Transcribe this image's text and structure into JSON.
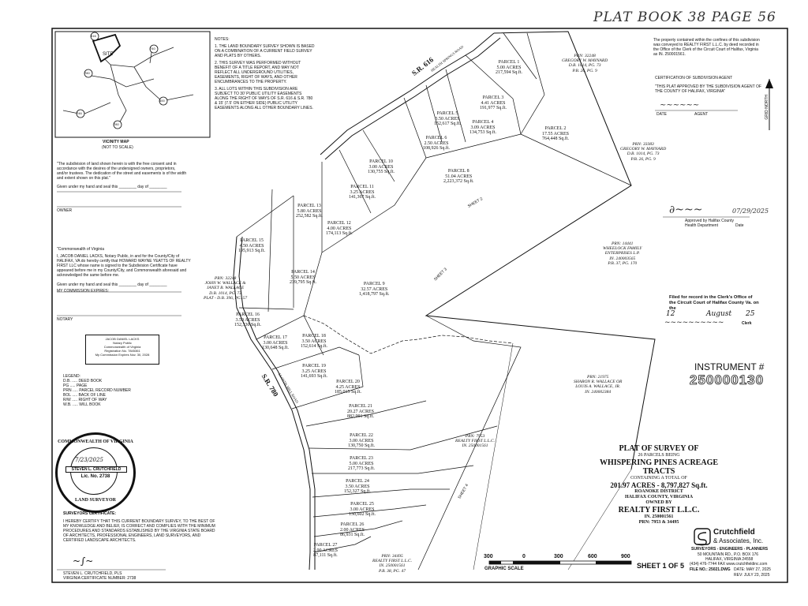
{
  "header_handwritten": "PLAT BOOK 38 PAGE 56",
  "vicinity_map": {
    "title": "VICINITY MAP",
    "subtitle": "(NOT TO SCALE)",
    "site_label": "SITE",
    "routes": [
      "616",
      "740",
      "780",
      "600",
      "746",
      "780"
    ]
  },
  "notes": {
    "heading": "NOTES:",
    "items": [
      "1. THE LAND BOUNDARY SURVEY SHOWN IS BASED ON A COMBINATION OF A CURRENT FIELD SURVEY AND PLATS BY OTHERS.",
      "2. THIS SURVEY WAS PERFORMED WITHOUT BENEFIT OF A TITLE REPORT, AND MAY NOT REFLECT ALL UNDERGROUND UTILITIES, EASEMENTS, RIGHT OF WAYS, AND OTHER ENCUMBRANCES TO THE PROPERTY.",
      "3. ALL LOTS WITHIN THIS SUBDIVISION ARE SUBJECT TO 30' PUBLIC UTILITY EASEMENTS ALONG THE RIGHT OF WAYS OF S.R. 616 & S.R. 780 & 15' (7.5' ON EITHER SIDE) PUBLIC UTILITY EASEMENTS ALONG ALL OTHER BOUNDARY LINES."
    ]
  },
  "owner_statement": {
    "text": "\"The subdivision of land shown herein is with the free consent and in accordance with the desires of the undersigned owners, proprietors, and/or trustees. The dedication of the street and easements is of the width and extent shown on this plat.\"",
    "given": "Given under my hand and seal this ________ day of ________",
    "owner_label": "OWNER"
  },
  "notary": {
    "heading": "\"Commonwealth of Virginia",
    "text": "I, JACOB DANIEL LACKS, Notary Public, in and for the County/City of HALIFAX, VA do hereby certify that HOWARD WAYNE YEATTS OF REALTY FIRST LLC whose name is signed to the Subdivision Certificate have appeared before me in my County/City, and Commonwealth aforesaid and acknowledged the same before me.",
    "given": "Given under my hand and seal this ________ day of ________",
    "commission": "MY COMMISSION EXPIRES:",
    "notary_label": "NOTARY",
    "stamp": [
      "JACOB DANIEL LACKS",
      "Notary Public",
      "Commonwealth of Virginia",
      "Registration No. 7845361",
      "My Commission Expires Nov. 30, 2028"
    ]
  },
  "legend": {
    "heading": "LEGEND:",
    "items": [
      "D.B. ..... DEED BOOK",
      "PG ..... PAGE",
      "PRN ..... PARCEL RECORD NUMBER",
      "BOL ..... BACK OF LINE",
      "R/W ..... RIGHT OF WAY",
      "W.B. ..... WILL BOOK"
    ]
  },
  "seal": {
    "top": "COMMONWEALTH OF VIRGINIA",
    "date": "7/23/2025",
    "name": "STEVEN L. CRUTCHFIELD",
    "lic": "Lic. No. 2738",
    "bottom": "LAND SURVEYOR"
  },
  "surveyor_cert": {
    "heading": "SURVEYORS CERTIFICATE:",
    "text": "I HEREBY CERTIFY THAT THIS CURRENT BOUNDARY SURVEY, TO THE BEST OF MY KNOWLEDGE AND BELIEF, IS CORRECT AND COMPLIES WITH THE MINIMUM PROCEDURES AND STANDARDS ESTABLISHED BY THE VIRGINIA STATE BOARD OF ARCHITECTS, PROFESSIONAL ENGINEERS, LAND SURVEYORS, AND CERTIFIED LANDSCAPE ARCHITECTS.",
    "name": "STEVEN L. CRUTCHFIELD, PLS",
    "cert": "VIRGINIA CERTIFICATE NUMBER: 2738"
  },
  "right_block": {
    "statement": "The property contained within the confines of this subdivision was conveyed to REALTY FIRST L.L.C. by deed recorded in the Office of the Clerk of the Circuit Court of Halifax, Virginia as IN. 250001561.",
    "cert_heading": "CERTIFICATION OF SUBDIVISION AGENT",
    "cert_text": "\"THIS PLAT APPROVED BY THE SUBDIVISION AGENT OF THE COUNTY OF HALIFAX, VIRGINIA\"",
    "date_label": "DATE",
    "agent_label": "AGENT",
    "grid_north": "GRID NORTH",
    "health_label": "Approved by Halifax County Health Department",
    "health_date_label": "Date",
    "health_date": "07/29/2025",
    "clerk_text": "Filed for record in the Clerk's Office of the Circuit Court of Halifax County Va. on the",
    "clerk_day": "12",
    "clerk_month": "August",
    "clerk_year": "25",
    "clerk_label": "Clerk",
    "instrument_label": "INSTRUMENT #",
    "instrument_no": "250000130"
  },
  "parcels": [
    {
      "name": "PARCEL 1",
      "acres": "5.00 ACRES",
      "sqft": "217,594 Sq.ft."
    },
    {
      "name": "PARCEL 2",
      "acres": "17.55 ACRES",
      "sqft": "764,448 Sq.ft."
    },
    {
      "name": "PARCEL 3",
      "acres": "4.41 ACRES",
      "sqft": "191,977 Sq.ft."
    },
    {
      "name": "PARCEL 4",
      "acres": "3.09 ACRES",
      "sqft": "134,753 Sq.ft."
    },
    {
      "name": "PARCEL 5",
      "acres": "3.50 ACRES",
      "sqft": "152,617 Sq.ft."
    },
    {
      "name": "PARCEL 6",
      "acres": "2.50 ACRES",
      "sqft": "108,926 Sq.ft."
    },
    {
      "name": "PARCEL 8",
      "acres": "51.04 ACRES",
      "sqft": "2,223,372 Sq.ft."
    },
    {
      "name": "PARCEL 10",
      "acres": "3.00 ACRES",
      "sqft": "130,755 Sq.ft."
    },
    {
      "name": "PARCEL 11",
      "acres": "3.25 ACRES",
      "sqft": "141,367 Sq.ft."
    },
    {
      "name": "PARCEL 12",
      "acres": "4.00 ACRES",
      "sqft": "174,113 Sq.ft."
    },
    {
      "name": "PARCEL 13",
      "acres": "5.80 ACRES",
      "sqft": "252,582 Sq.ft."
    },
    {
      "name": "PARCEL 14",
      "acres": "5.50 ACRES",
      "sqft": "239,795 Sq.ft."
    },
    {
      "name": "PARCEL 15",
      "acres": "4.50 ACRES",
      "sqft": "195,913 Sq.ft."
    },
    {
      "name": "PARCEL 9",
      "acres": "32.57 ACRES",
      "sqft": "1,418,797 Sq.ft."
    },
    {
      "name": "PARCEL 16",
      "acres": "3.50 ACRES",
      "sqft": "152,330 Sq.ft."
    },
    {
      "name": "PARCEL 17",
      "acres": "3.00 ACRES",
      "sqft": "130,648 Sq.ft."
    },
    {
      "name": "PARCEL 18",
      "acres": "3.50 ACRES",
      "sqft": "152,614 Sq.ft."
    },
    {
      "name": "PARCEL 19",
      "acres": "3.25 ACRES",
      "sqft": "141,693 Sq.ft."
    },
    {
      "name": "PARCEL 20",
      "acres": "4.25 ACRES",
      "sqft": "185,015 Sq.ft."
    },
    {
      "name": "PARCEL 21",
      "acres": "20.27 ACRES",
      "sqft": "882,991 Sq.ft."
    },
    {
      "name": "PARCEL 22",
      "acres": "3.00 ACRES",
      "sqft": "130,750 Sq.ft."
    },
    {
      "name": "PARCEL 23",
      "acres": "5.00 ACRES",
      "sqft": "217,773 Sq.ft."
    },
    {
      "name": "PARCEL 24",
      "acres": "3.50 ACRES",
      "sqft": "152,327 Sq.ft."
    },
    {
      "name": "PARCEL 25",
      "acres": "3.00 ACRES",
      "sqft": "130,602 Sq.ft."
    },
    {
      "name": "PARCEL 26",
      "acres": "2.00 ACRES",
      "sqft": "86,931 Sq.ft."
    },
    {
      "name": "PARCEL 27",
      "acres": "2.00 ACRES",
      "sqft": "87,111 Sq.ft."
    }
  ],
  "neighbors": [
    {
      "lines": [
        "PRN: 32248",
        "GREGORY W. MAYNARD",
        "D.B. 1014, PG. 73",
        "P.B. 26, PG. 9"
      ]
    },
    {
      "lines": [
        "PRN: 33383",
        "GREGORY W. MAYNARD",
        "D.B. 1014, PG. 73",
        "P.B. 26, PG. 9"
      ]
    },
    {
      "lines": [
        "PRN: 14441",
        "WHEELOCK FAMILY",
        "ENTERPRISES L.P.",
        "IN. 240003565",
        "P.B. 37, PG. 170"
      ]
    },
    {
      "lines": [
        "PRN: 32248",
        "JOHN W. WALLACE &",
        "JANET B. WALLACE",
        "D.B. 1014, PG. 73",
        "PLAT - D.B. 396, PG. 57"
      ]
    },
    {
      "lines": [
        "PRN: 21975",
        "SHARON R. WALLACE OR",
        "LOUIS A. WALLACE, JR.",
        "IN. 240002384"
      ]
    },
    {
      "lines": [
        "PRN: 7953",
        "REALTY FIRST L.L.C.",
        "IN. 250001561"
      ]
    },
    {
      "lines": [
        "PRN: 34495",
        "REALTY FIRST L.L.C.",
        "IN. 250001561",
        "P.B. 38, PG. 47"
      ]
    }
  ],
  "roads": {
    "sr616": "S.R. 616",
    "sr616_name": "HEALTH SPRINGS ROAD",
    "sr780": "S.R. 780",
    "sr780_name": "LLOYDS MILL ROAD"
  },
  "title_block": {
    "line1": "PLAT OF SURVEY OF",
    "line2": "26 PARCELS BEING",
    "line3": "WHISPERING PINES ACREAGE TRACTS",
    "line4": "CONTAINING A TOTAL OF",
    "line5": "201.97 ACRES - 8,797,827 Sq.ft.",
    "line6": "ROANOKE DISTRICT",
    "line7": "HALIFAX COUNTY, VIRGINIA",
    "line8": "OWNED BY",
    "line9": "REALTY FIRST L.L.C.",
    "line10": "IN. 250001561",
    "line11": "PRN: 7953 & 34495"
  },
  "company": {
    "name1": "Crutchfield",
    "name2": "& Associates, Inc.",
    "tagline": "SURVEYORS - ENGINEERS - PLANNERS",
    "address1": "50 MOUNTAIN RD., P.O. BOX 176",
    "address2": "HALIFAX, VIRGINIA 24558",
    "phone": "(434) 476-7744 FAX www.crutchfieldinc.com",
    "file": "FILE NO.: 25021.DWG",
    "date": "DATE: MAY 27, 2025",
    "rev": "REV: JULY 23, 2025"
  },
  "scale": {
    "labels": [
      "300",
      "0",
      "300",
      "600",
      "900"
    ],
    "caption": "GRAPHIC SCALE"
  },
  "sheet": "SHEET 1 OF 5",
  "sheet_markers": [
    "SHEET 2",
    "SHEET 3",
    "SHEET 4"
  ]
}
